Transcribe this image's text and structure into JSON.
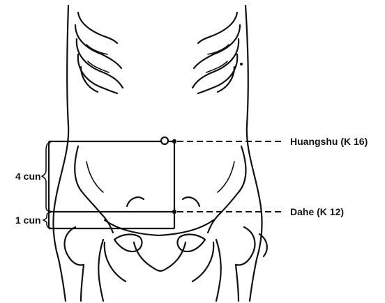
{
  "labels": {
    "huangshu": "Huangshu (K 16)",
    "dahe": "Dahe (K 12)",
    "four_cun": "4 cun",
    "one_cun": "1 cun"
  }
}
